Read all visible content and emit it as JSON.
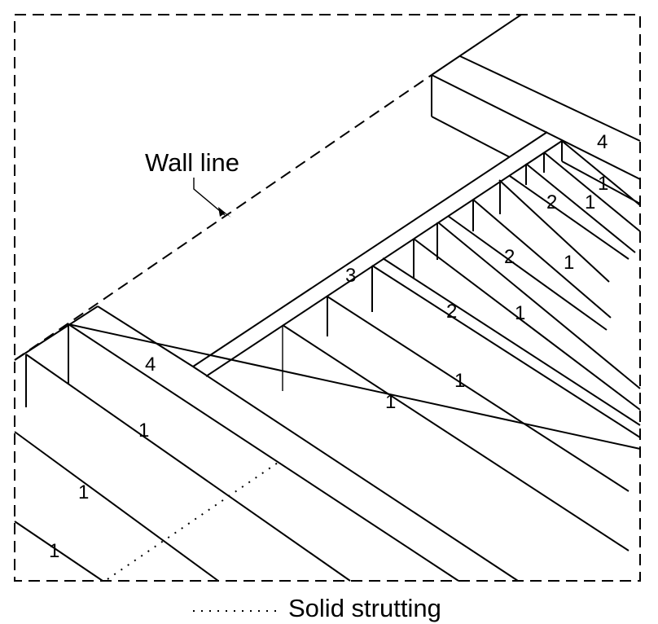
{
  "figure": {
    "title": "Floor framing with joists, trimmers and solid strutting",
    "annotations": {
      "wall_line": "Wall line",
      "legend_solid_strutting": "Solid strutting"
    },
    "part_labels": [
      {
        "id": "label-4-left",
        "text": "4"
      },
      {
        "id": "label-1-a",
        "text": "1"
      },
      {
        "id": "label-1-b",
        "text": "1"
      },
      {
        "id": "label-1-c",
        "text": "1"
      },
      {
        "id": "label-3",
        "text": "3"
      },
      {
        "id": "label-1-d",
        "text": "1"
      },
      {
        "id": "label-1-e",
        "text": "1"
      },
      {
        "id": "label-2-a",
        "text": "2"
      },
      {
        "id": "label-1-f",
        "text": "1"
      },
      {
        "id": "label-2-b",
        "text": "2"
      },
      {
        "id": "label-1-g",
        "text": "1"
      },
      {
        "id": "label-2-c",
        "text": "2"
      },
      {
        "id": "label-1-h",
        "text": "1"
      },
      {
        "id": "label-1-i",
        "text": "1"
      },
      {
        "id": "label-4-right",
        "text": "4"
      }
    ]
  }
}
